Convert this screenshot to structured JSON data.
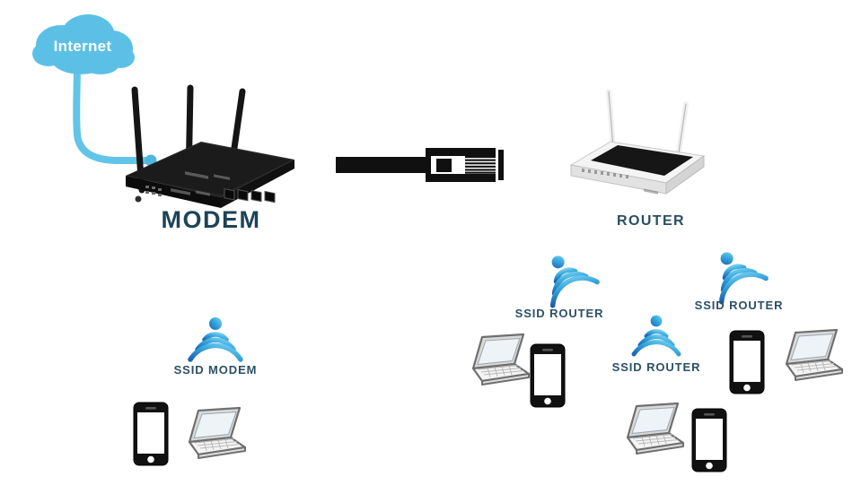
{
  "diagram": {
    "title_nodes": {
      "internet_label": "Internet",
      "modem_label": "MODEM",
      "router_label": "ROUTER"
    },
    "colors": {
      "cloud_fill": "#5cc0e6",
      "cloud_text": "#ffffff",
      "cable_blue": "#62c4e8",
      "label_dark": "#234a5e",
      "wifi_light": "#5ec9ef",
      "wifi_dark": "#1b5fa8",
      "modem_body": "#161616",
      "router_top": "#1a1a1a",
      "router_body": "#e8e8e8",
      "ethernet_cable": "#101010",
      "laptop_body": "#f2f2f2",
      "phone_body": "#111111",
      "background": "#ffffff"
    },
    "nodes": [
      {
        "id": "internet",
        "name": "Internet",
        "type": "cloud",
        "label": "Internet"
      },
      {
        "id": "modem",
        "name": "MODEM",
        "type": "device",
        "label": "MODEM",
        "antennas": 3
      },
      {
        "id": "router",
        "name": "ROUTER",
        "type": "device",
        "label": "ROUTER",
        "antennas": 2
      }
    ],
    "links": [
      {
        "id": "internet-to-modem",
        "type": "wan-cable",
        "from": "internet",
        "to": "modem"
      },
      {
        "id": "modem-to-router",
        "type": "ethernet-cable",
        "from": "modem",
        "to": "router"
      }
    ],
    "wireless_groups": [
      {
        "id": "ssid-modem",
        "label": "SSID MODEM",
        "icon_style": "symmetric",
        "devices": [
          {
            "type": "phone",
            "name": "smartphone"
          },
          {
            "type": "laptop",
            "name": "laptop"
          }
        ]
      },
      {
        "id": "ssid-router-1",
        "label": "SSID ROUTER",
        "icon_style": "tilted",
        "devices": [
          {
            "type": "laptop",
            "name": "laptop"
          },
          {
            "type": "phone",
            "name": "smartphone"
          }
        ]
      },
      {
        "id": "ssid-router-2",
        "label": "SSID ROUTER",
        "icon_style": "symmetric",
        "devices": [
          {
            "type": "laptop",
            "name": "laptop"
          },
          {
            "type": "phone",
            "name": "smartphone"
          }
        ]
      },
      {
        "id": "ssid-router-3",
        "label": "SSID ROUTER",
        "icon_style": "tilted",
        "devices": [
          {
            "type": "phone",
            "name": "smartphone"
          },
          {
            "type": "laptop",
            "name": "laptop"
          }
        ]
      }
    ]
  }
}
